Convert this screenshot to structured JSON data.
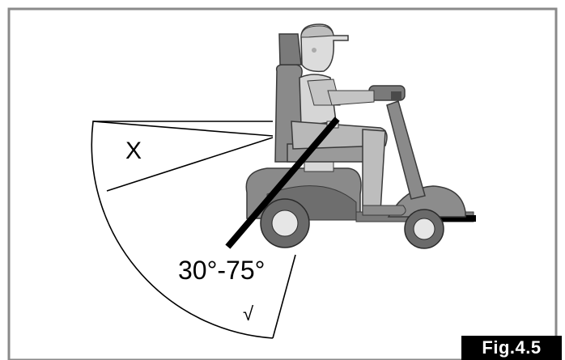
{
  "figure": {
    "label": "Fig.4.5",
    "zone_unsafe_mark": "X",
    "zone_safe_mark": "√",
    "angle_range_label": "30°-75°"
  },
  "colors": {
    "background": "#ffffff",
    "frame": "#8a8a8a",
    "ink": "#000000",
    "seat_dark": "#7a7a7a",
    "body_grey": "#9a9a9a",
    "skin_light": "#d8d8d8",
    "shirt": "#cfcfcf",
    "trousers": "#b5b5b5",
    "wheel": "#6a6a6a",
    "hub": "#e6e6e6"
  }
}
